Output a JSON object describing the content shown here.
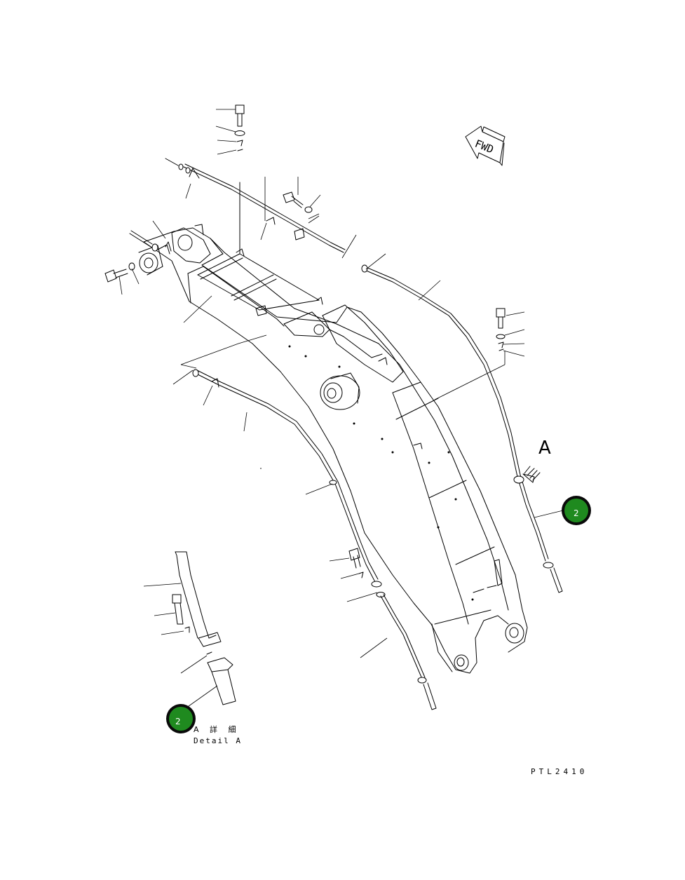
{
  "fwd_label": "FWD",
  "view_arrow_label": "A",
  "detail_title_jp": "A 詳 細",
  "detail_title_en": "Detail A",
  "drawing_code": "PTL2410",
  "callouts": [
    {
      "label": "2"
    },
    {
      "label": "2"
    }
  ],
  "colors": {
    "callout_fill": "#1f8a1f",
    "callout_ring": "#0a0a0a",
    "line": "#000000"
  }
}
